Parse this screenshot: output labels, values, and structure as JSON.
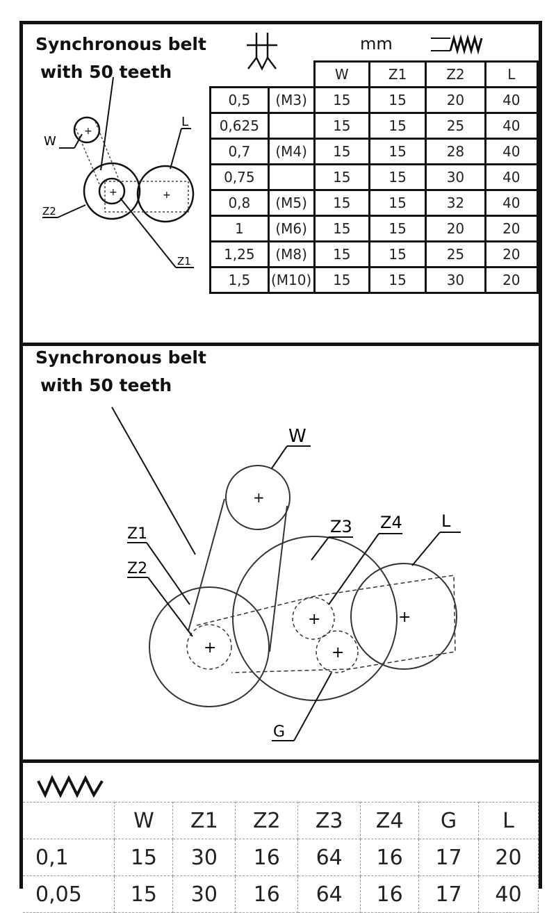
{
  "top": {
    "title_line1": "Synchronous belt",
    "title_line2": "with 50 teeth",
    "unit": "mm",
    "labels": {
      "w": "W",
      "l": "L",
      "z1": "Z1",
      "z2": "Z2"
    },
    "table": {
      "headers": [
        "W",
        "Z1",
        "Z2",
        "L"
      ],
      "rows": [
        {
          "pitch": "0,5",
          "thread": "(M3)",
          "values": [
            "15",
            "15",
            "20",
            "40"
          ]
        },
        {
          "pitch": "0,625",
          "thread": "",
          "values": [
            "15",
            "15",
            "25",
            "40"
          ]
        },
        {
          "pitch": "0,7",
          "thread": "(M4)",
          "values": [
            "15",
            "15",
            "28",
            "40"
          ]
        },
        {
          "pitch": "0,75",
          "thread": "",
          "values": [
            "15",
            "15",
            "30",
            "40"
          ]
        },
        {
          "pitch": "0,8",
          "thread": "(M5)",
          "values": [
            "15",
            "15",
            "32",
            "40"
          ]
        },
        {
          "pitch": "1",
          "thread": "(M6)",
          "values": [
            "15",
            "15",
            "20",
            "20"
          ]
        },
        {
          "pitch": "1,25",
          "thread": "(M8)",
          "values": [
            "15",
            "15",
            "25",
            "20"
          ]
        },
        {
          "pitch": "1,5",
          "thread": "(M10)",
          "values": [
            "15",
            "15",
            "30",
            "20"
          ]
        }
      ]
    },
    "icons": {
      "thread_symbol": "thread-profile-icon",
      "spring": "spring-coil-icon"
    }
  },
  "middle": {
    "title_line1": "Synchronous belt",
    "title_line2": "with 50 teeth",
    "labels": {
      "w": "W",
      "z1": "Z1",
      "z2": "Z2",
      "z3": "Z3",
      "z4": "Z4",
      "l": "L",
      "g": "G"
    }
  },
  "bottom": {
    "icon": "zigzag-icon",
    "headers": [
      "W",
      "Z1",
      "Z2",
      "Z3",
      "Z4",
      "G",
      "L"
    ],
    "rows": [
      {
        "feed": "0,1",
        "values": [
          "15",
          "30",
          "16",
          "64",
          "16",
          "17",
          "20"
        ]
      },
      {
        "feed": "0,05",
        "values": [
          "15",
          "30",
          "16",
          "64",
          "16",
          "17",
          "40"
        ]
      }
    ]
  }
}
